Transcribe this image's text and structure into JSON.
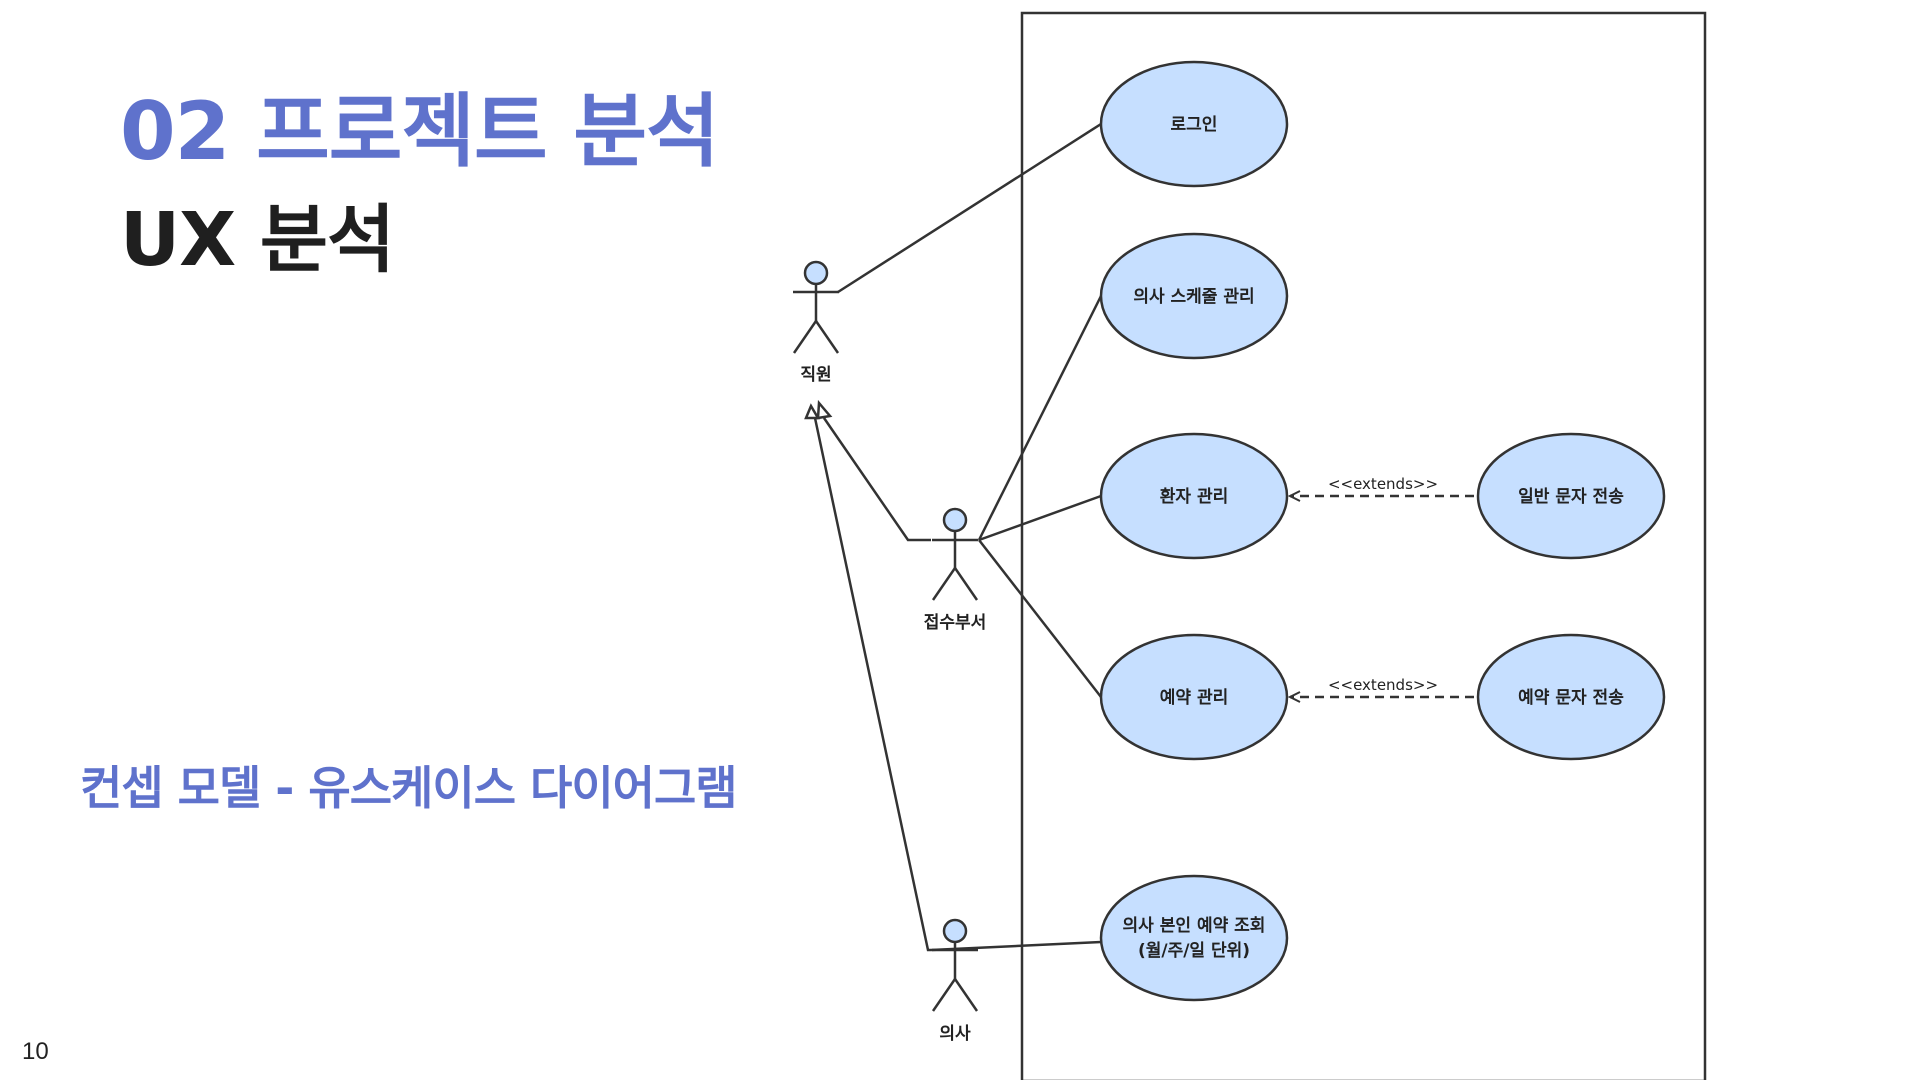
{
  "slide": {
    "section_title": "02 프로젝트 분석",
    "sub_title": "UX 분석",
    "caption": "컨셉 모델 - 유스케이스 다이어그램",
    "page_number": "10"
  },
  "diagram": {
    "actors": {
      "staff": "직원",
      "reception": "접수부서",
      "doctor": "의사"
    },
    "use_cases": {
      "login": "로그인",
      "doctor_schedule": "의사 스케줄 관리",
      "patient_manage": "환자 관리",
      "reservation_manage": "예약 관리",
      "doctor_reservation_line1": "의사 본인 예약 조회",
      "doctor_reservation_line2": "(월/주/일 단위)",
      "general_sms": "일반 문자 전송",
      "reservation_sms": "예약 문자 전송"
    },
    "relations": {
      "extends_label_1": "<<extends>>",
      "extends_label_2": "<<extends>>"
    },
    "colors": {
      "usecase_fill": "#c6dfff",
      "actor_head_fill": "#c6dfff",
      "accent": "#5f72cc"
    }
  }
}
